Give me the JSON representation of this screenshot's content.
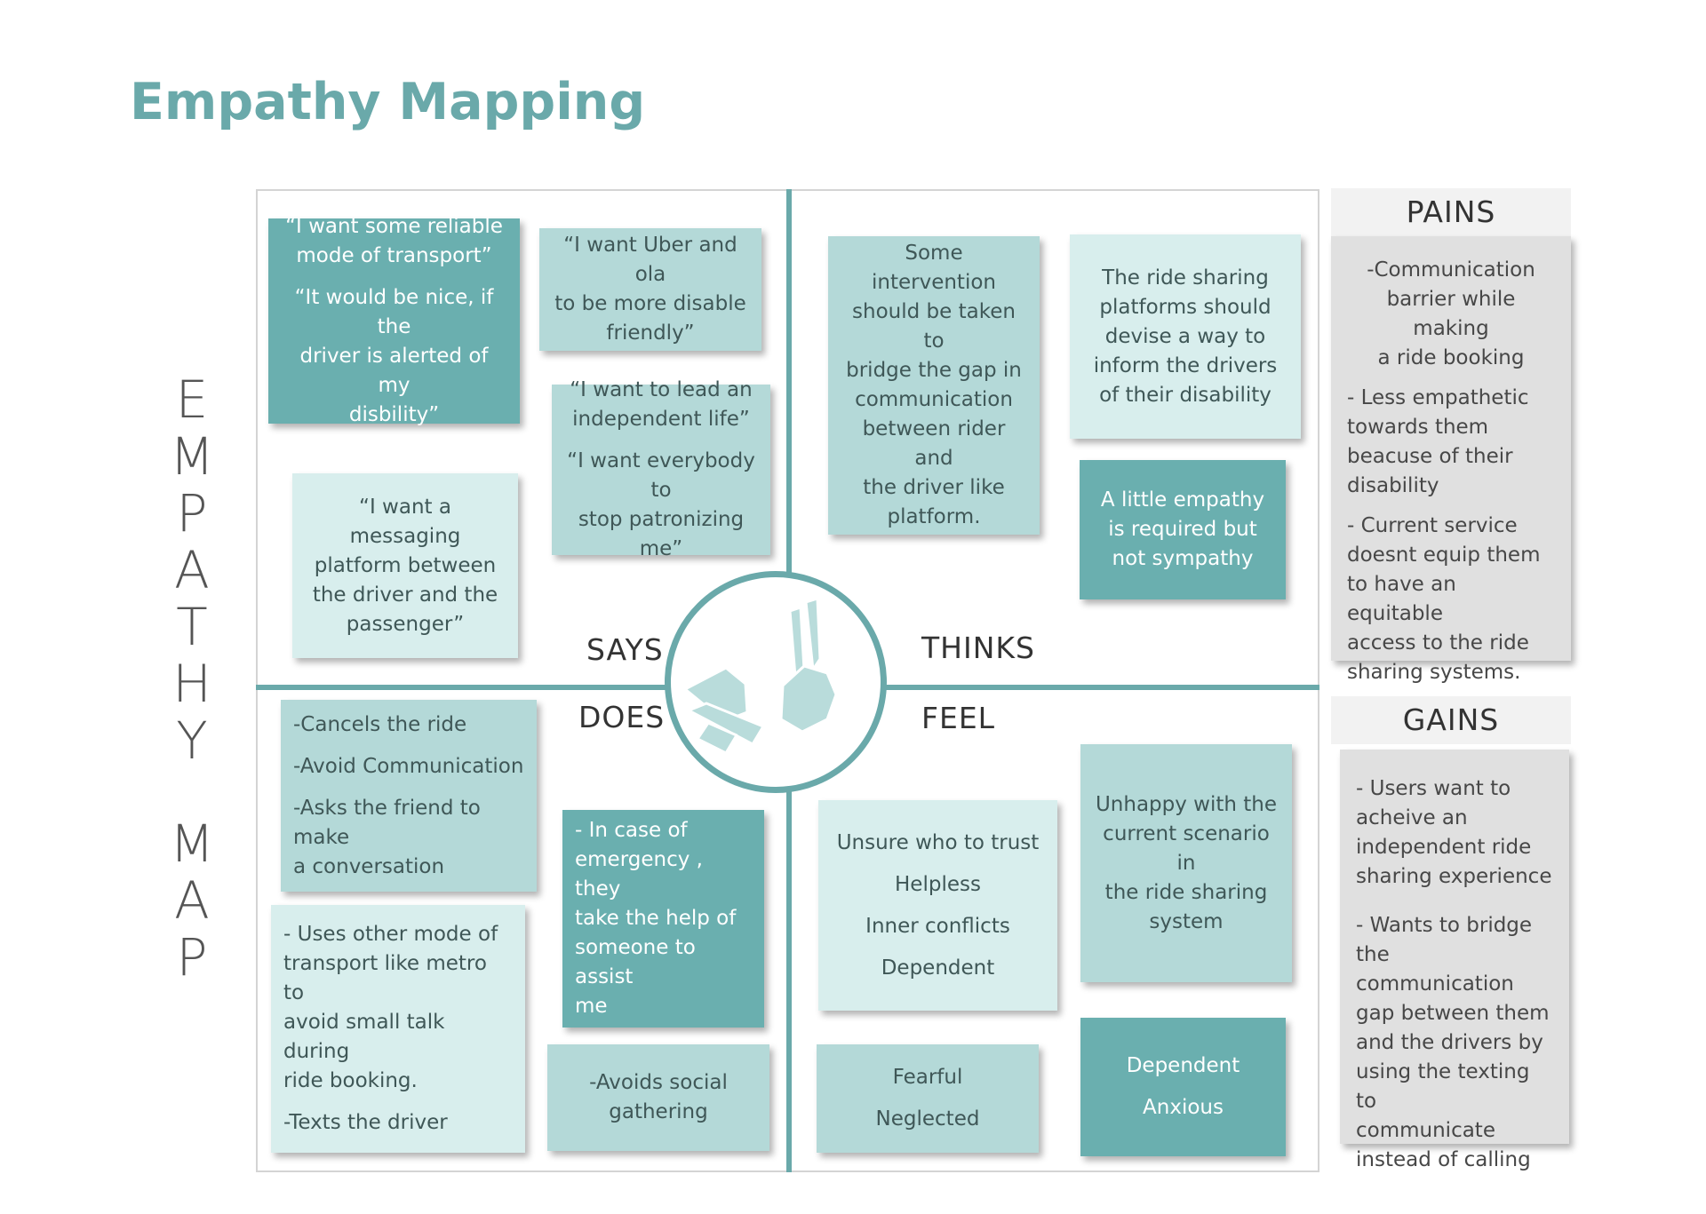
{
  "title": "Empathy Mapping",
  "vertical_label": {
    "word1": [
      "E",
      "M",
      "P",
      "A",
      "T",
      "H",
      "Y"
    ],
    "word2": [
      "M",
      "A",
      "P"
    ]
  },
  "quadrants": {
    "says": "SAYS",
    "thinks": "THINKS",
    "does": "DOES",
    "feel": "FEEL"
  },
  "notes": {
    "says_1": [
      "“I want some reliable\nmode of transport”",
      "“It would be nice, if the\ndriver is alerted of my\ndisbility”"
    ],
    "says_2": [
      "“I want Uber and ola\nto be more disable\nfriendly”"
    ],
    "says_3": [
      "“I want to lead an\nindependent life”",
      "“I want everybody to\nstop patronizing me”"
    ],
    "says_4": [
      "“I want a messaging\nplatform between\nthe driver and the\npassenger”"
    ],
    "thinks_1": [
      "Some intervention\nshould be taken to\nbridge the gap in\ncommunication\nbetween rider and\nthe driver like\nplatform."
    ],
    "thinks_2": [
      "The ride sharing\nplatforms should\ndevise a way to\ninform the drivers\nof their disability"
    ],
    "thinks_3": [
      "A little empathy\nis required but\nnot sympathy"
    ],
    "does_1": [
      "-Cancels the ride",
      "-Avoid Communication",
      "-Asks the friend to make\na conversation"
    ],
    "does_2": [
      "- In case of\nemergency , they\ntake the help of\nsomeone to assist\nme"
    ],
    "does_3": [
      "- Uses other mode of\ntransport like metro to\navoid small talk during\nride booking.",
      "-Texts the driver"
    ],
    "does_4": [
      "-Avoids  social\ngathering"
    ],
    "feel_1": [
      "Unsure who to trust",
      "Helpless",
      "Inner conflicts",
      "Dependent"
    ],
    "feel_2": [
      "Unhappy with the\ncurrent scenario in\nthe ride sharing\nsystem"
    ],
    "feel_3": [
      "Fearful",
      "Neglected"
    ],
    "feel_4": [
      "Dependent",
      "Anxious"
    ]
  },
  "pains": {
    "heading": "PAINS",
    "items": [
      "-Communication\nbarrier while making\na ride booking",
      "- Less empathetic\ntowards them\nbeacuse of their\ndisability",
      "- Current service\ndoesnt equip them\nto have an equitable\naccess to the ride\nsharing systems."
    ]
  },
  "gains": {
    "heading": "GAINS",
    "items": [
      "- Users want to\nacheive an\nindependent ride\nsharing experience",
      "- Wants to bridge\nthe communication\ngap between them\nand the drivers by\nusing the texting to\ncommunicate\ninstead of calling"
    ]
  },
  "colors": {
    "accent": "#6aa9aa",
    "dark_note": "#6aafaf",
    "mid_note": "#b4d9d8",
    "light_note": "#d8eeed",
    "side_card": "#e0e0e0"
  },
  "icons": {
    "center": "sign-language-hands-icon"
  }
}
